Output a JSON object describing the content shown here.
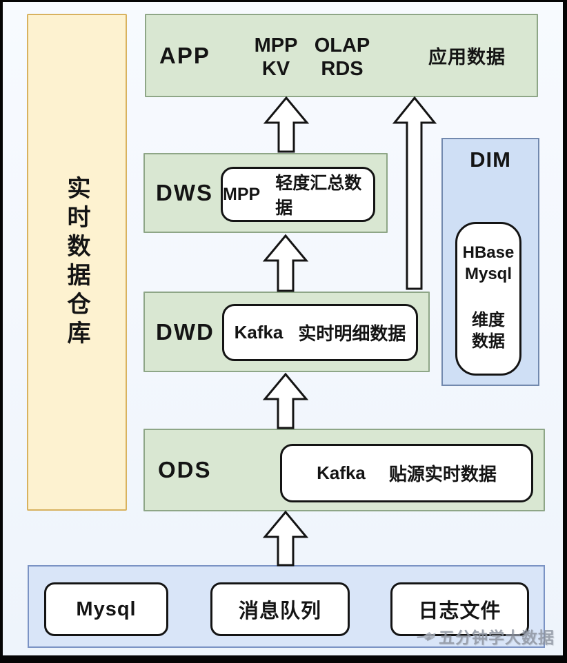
{
  "sidebar": {
    "label": "实时数据仓库"
  },
  "layers": {
    "app": {
      "title": "APP",
      "grid": [
        "MPP",
        "OLAP",
        "KV",
        "RDS"
      ],
      "note": "应用数据"
    },
    "dws": {
      "title": "DWS",
      "card_tech": "MPP",
      "card_desc": "轻度汇总数据"
    },
    "dwd": {
      "title": "DWD",
      "card_tech": "Kafka",
      "card_desc": "实时明细数据"
    },
    "ods": {
      "title": "ODS",
      "card_tech": "Kafka",
      "card_desc": "贴源实时数据"
    },
    "dim": {
      "title": "DIM",
      "card_dbs": [
        "HBase",
        "Mysql"
      ],
      "card_desc": [
        "维度",
        "数据"
      ]
    }
  },
  "sources": {
    "items": [
      "Mysql",
      "消息队列",
      "日志文件"
    ]
  },
  "watermark": {
    "text": "五分钟学大数据"
  },
  "colors": {
    "bg": "#f3f7fd",
    "green_fill": "#d9e7d2",
    "green_border": "#8ea687",
    "yellow_fill": "#fdf2d0",
    "yellow_border": "#d8b25f",
    "dim_fill": "#cfdff5",
    "dim_border": "#7289ae",
    "sources_fill": "#d9e5f8",
    "sources_border": "#7b93c4",
    "card_border": "#141414",
    "arrow_outline": "#141414",
    "text": "#141414",
    "watermark": "#8e95a1"
  }
}
